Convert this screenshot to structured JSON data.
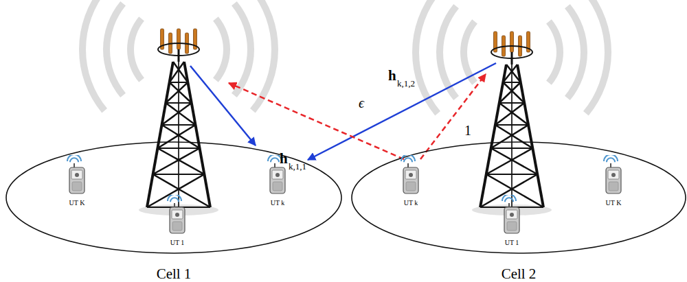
{
  "diagram": {
    "nodes": [
      {
        "text": [
          "Cell 1"
        ]
      },
      {
        "text": [
          "UT K"
        ],
        "in": 0
      },
      {
        "text": [
          "UT 1"
        ],
        "in": 0
      },
      {
        "text": [
          "UT k"
        ],
        "in": 0
      },
      {
        "text": [
          "Cell 2"
        ]
      },
      {
        "text": [
          "UT k"
        ],
        "in": 4
      },
      {
        "text": [
          "UT 1"
        ],
        "in": 4
      },
      {
        "text": [
          "UT K"
        ],
        "in": 4
      }
    ],
    "labels": [
      "h",
      "k,1,1",
      "h",
      "k,1,2",
      "ϵ",
      "1"
    ]
  }
}
